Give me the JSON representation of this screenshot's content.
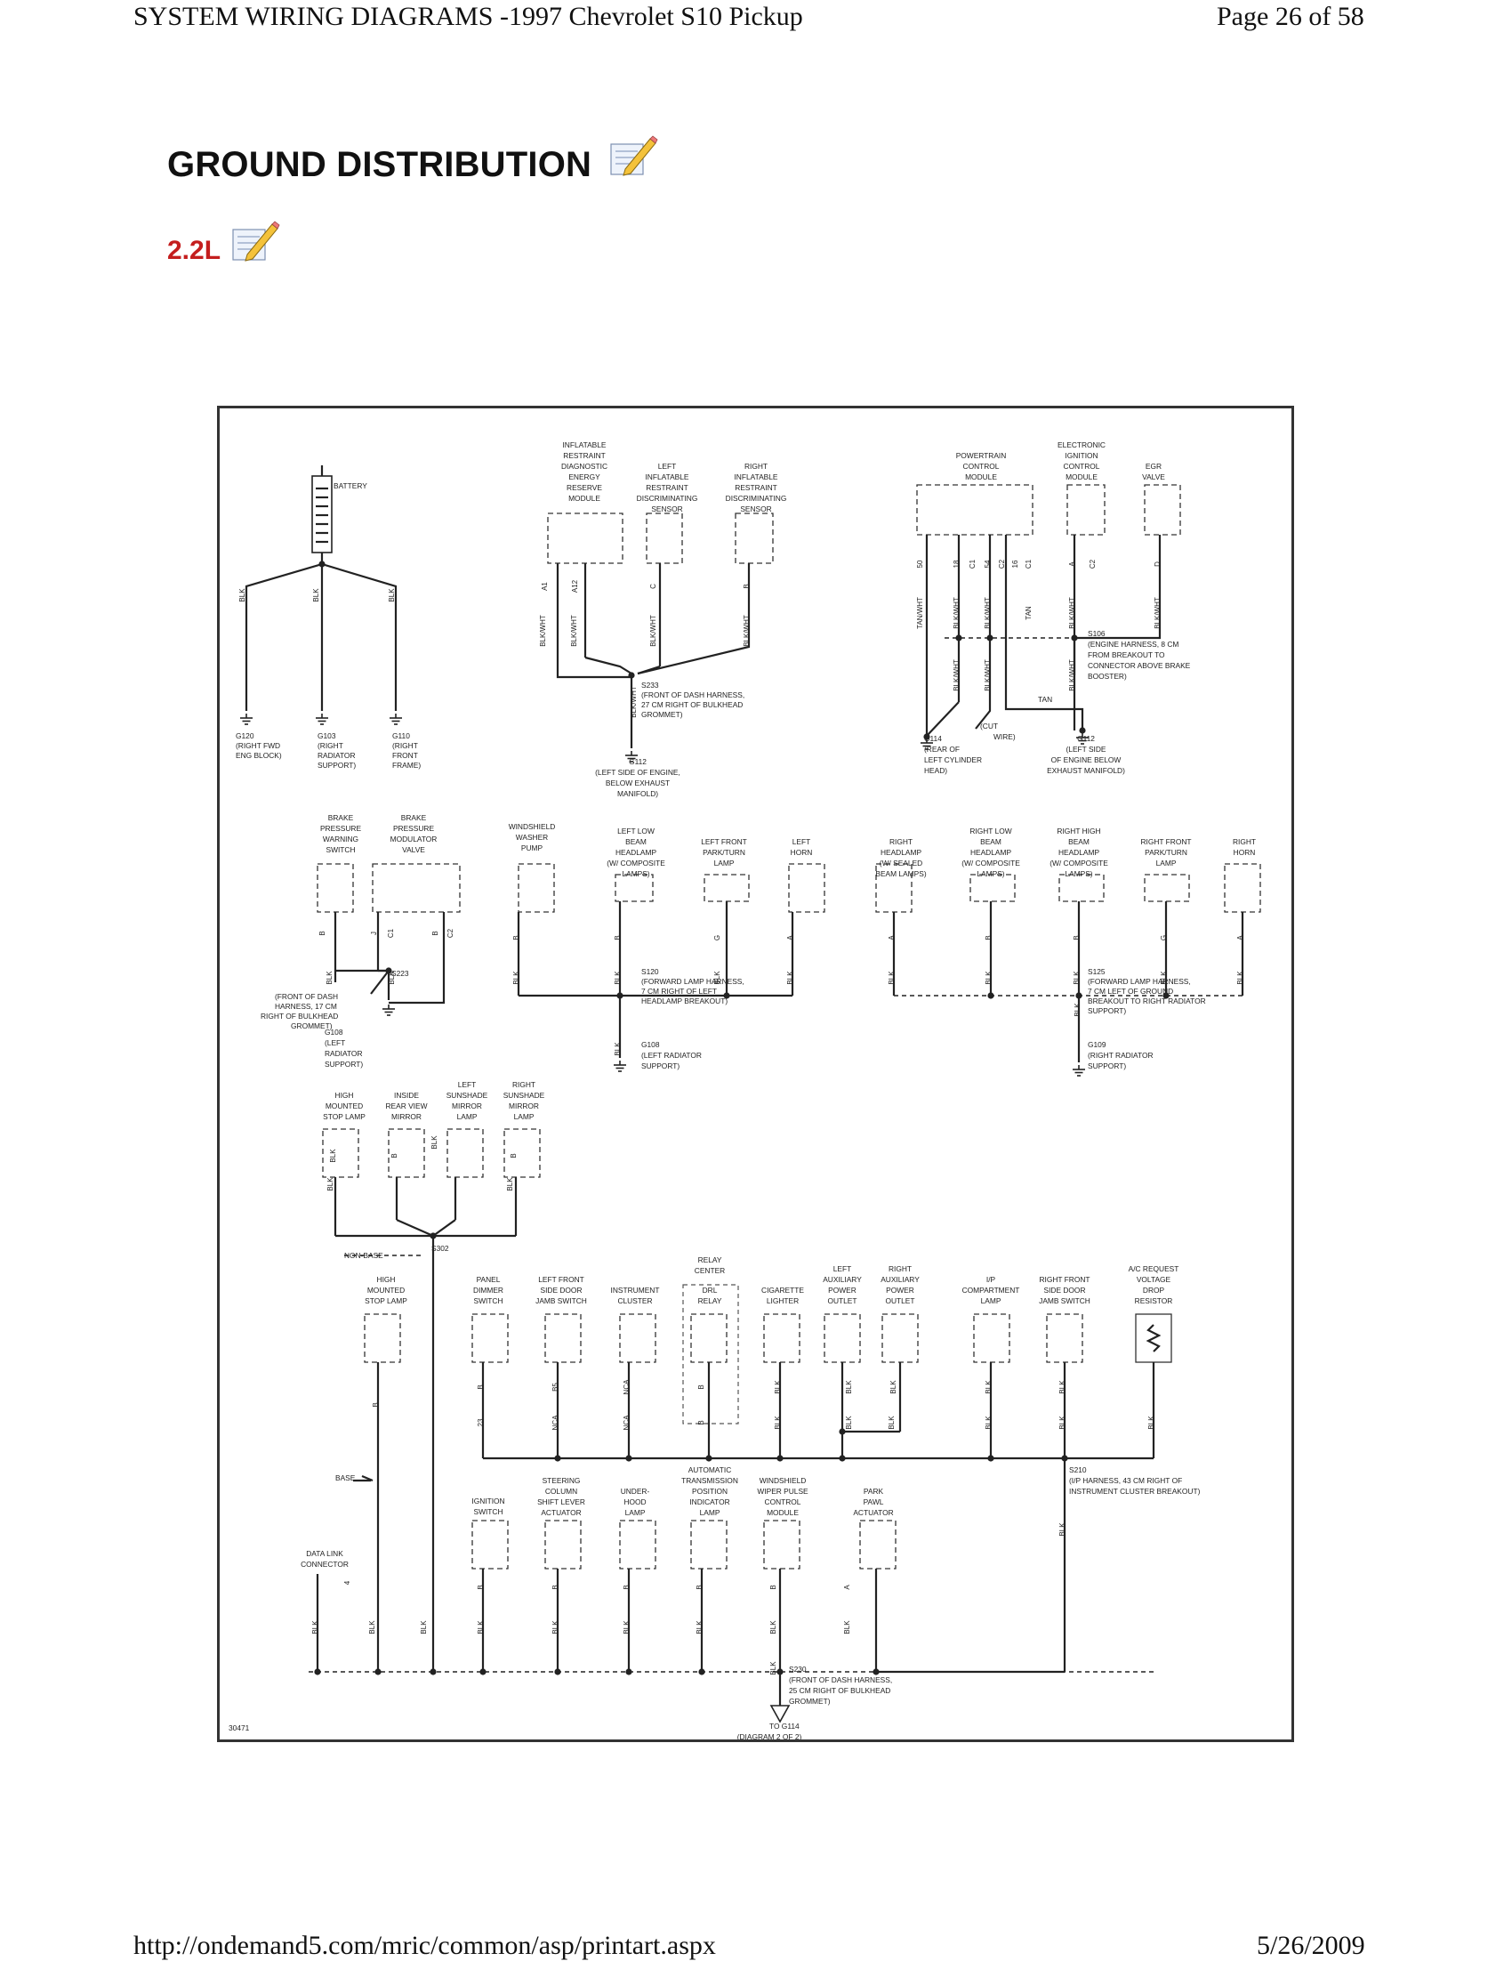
{
  "header": {
    "left": "SYSTEM WIRING DIAGRAMS -1997 Chevrolet S10 Pickup",
    "right": "Page 26 of 58"
  },
  "title": "GROUND DISTRIBUTION",
  "subtitle": "2.2L",
  "footer": {
    "url": "http://ondemand5.com/mric/common/asp/printart.aspx",
    "date": "5/26/2009"
  },
  "icons": {
    "edit": "pencil-note-icon",
    "ground": "ground-symbol-icon",
    "battery": "battery-icon",
    "resistor": "resistor-icon",
    "arrow": "arrow-down-icon"
  },
  "colors": {
    "accent_red": "#c41e1e",
    "ink": "#111111"
  },
  "diagram": {
    "figure_id": "30471",
    "labels": [
      {
        "text": "BATTERY"
      },
      {
        "text": "G120"
      },
      {
        "text": "(RIGHT FWD"
      },
      {
        "text": "ENG BLOCK)"
      },
      {
        "text": "G103"
      },
      {
        "text": "(RIGHT"
      },
      {
        "text": "RADIATOR"
      },
      {
        "text": "SUPPORT)"
      },
      {
        "text": "G110"
      },
      {
        "text": "(RIGHT"
      },
      {
        "text": "FRONT"
      },
      {
        "text": "FRAME)"
      },
      {
        "text": "INFLATABLE"
      },
      {
        "text": "RESTRAINT"
      },
      {
        "text": "DIAGNOSTIC"
      },
      {
        "text": "ENERGY"
      },
      {
        "text": "RESERVE"
      },
      {
        "text": "MODULE"
      },
      {
        "text": "LEFT"
      },
      {
        "text": "INFLATABLE"
      },
      {
        "text": "RESTRAINT"
      },
      {
        "text": "DISCRIMINATING"
      },
      {
        "text": "SENSOR"
      },
      {
        "text": "RIGHT"
      },
      {
        "text": "INFLATABLE"
      },
      {
        "text": "RESTRAINT"
      },
      {
        "text": "DISCRIMINATING"
      },
      {
        "text": "SENSOR"
      },
      {
        "text": "S233"
      },
      {
        "text": "(FRONT OF DASH HARNESS,"
      },
      {
        "text": "27 CM RIGHT OF BULKHEAD"
      },
      {
        "text": "GROMMET)"
      },
      {
        "text": "G112"
      },
      {
        "text": "(LEFT SIDE OF ENGINE,"
      },
      {
        "text": "BELOW EXHAUST"
      },
      {
        "text": "MANIFOLD)"
      },
      {
        "text": "POWERTRAIN"
      },
      {
        "text": "CONTROL"
      },
      {
        "text": "MODULE"
      },
      {
        "text": "ELECTRONIC"
      },
      {
        "text": "IGNITION"
      },
      {
        "text": "CONTROL"
      },
      {
        "text": "MODULE"
      },
      {
        "text": "EGR"
      },
      {
        "text": "VALVE"
      },
      {
        "text": "S106"
      },
      {
        "text": "(ENGINE HARNESS, 8 CM"
      },
      {
        "text": "FROM BREAKOUT TO"
      },
      {
        "text": "CONNECTOR ABOVE BRAKE"
      },
      {
        "text": "BOOSTER)"
      },
      {
        "text": "TAN"
      },
      {
        "text": "(CUT"
      },
      {
        "text": "WIRE)"
      },
      {
        "text": "G114"
      },
      {
        "text": "(REAR OF"
      },
      {
        "text": "LEFT CYLINDER"
      },
      {
        "text": "HEAD)"
      },
      {
        "text": "G112"
      },
      {
        "text": "(LEFT SIDE"
      },
      {
        "text": "OF ENGINE BELOW"
      },
      {
        "text": "EXHAUST MANIFOLD)"
      },
      {
        "text": "BRAKE"
      },
      {
        "text": "PRESSURE"
      },
      {
        "text": "WARNING"
      },
      {
        "text": "SWITCH"
      },
      {
        "text": "BRAKE"
      },
      {
        "text": "PRESSURE"
      },
      {
        "text": "MODULATOR"
      },
      {
        "text": "VALVE"
      },
      {
        "text": "WINDSHIELD"
      },
      {
        "text": "WASHER"
      },
      {
        "text": "PUMP"
      },
      {
        "text": "LEFT LOW"
      },
      {
        "text": "BEAM"
      },
      {
        "text": "HEADLAMP"
      },
      {
        "text": "(W/ COMPOSITE"
      },
      {
        "text": "LAMPS)"
      },
      {
        "text": "LEFT FRONT"
      },
      {
        "text": "PARK/TURN"
      },
      {
        "text": "LAMP"
      },
      {
        "text": "LEFT"
      },
      {
        "text": "HORN"
      },
      {
        "text": "RIGHT"
      },
      {
        "text": "HEADLAMP"
      },
      {
        "text": "(W/ SEALED"
      },
      {
        "text": "BEAM LAMPS)"
      },
      {
        "text": "RIGHT LOW"
      },
      {
        "text": "BEAM"
      },
      {
        "text": "HEADLAMP"
      },
      {
        "text": "(W/ COMPOSITE"
      },
      {
        "text": "LAMPS)"
      },
      {
        "text": "RIGHT HIGH"
      },
      {
        "text": "BEAM"
      },
      {
        "text": "HEADLAMP"
      },
      {
        "text": "(W/ COMPOSITE"
      },
      {
        "text": "LAMPS)"
      },
      {
        "text": "RIGHT FRONT"
      },
      {
        "text": "PARK/TURN"
      },
      {
        "text": "LAMP"
      },
      {
        "text": "RIGHT"
      },
      {
        "text": "HORN"
      },
      {
        "text": "S223"
      },
      {
        "text": "(FRONT OF DASH"
      },
      {
        "text": "HARNESS, 17 CM"
      },
      {
        "text": "RIGHT OF BULKHEAD"
      },
      {
        "text": "GROMMET)"
      },
      {
        "text": "G108"
      },
      {
        "text": "(LEFT"
      },
      {
        "text": "RADIATOR"
      },
      {
        "text": "SUPPORT)"
      },
      {
        "text": "S120"
      },
      {
        "text": "(FORWARD LAMP HARNESS,"
      },
      {
        "text": "7 CM RIGHT OF LEFT"
      },
      {
        "text": "HEADLAMP BREAKOUT)"
      },
      {
        "text": "G108"
      },
      {
        "text": "(LEFT RADIATOR"
      },
      {
        "text": "SUPPORT)"
      },
      {
        "text": "S125"
      },
      {
        "text": "(FORWARD LAMP HARNESS,"
      },
      {
        "text": "7 CM LEFT OF GROUND"
      },
      {
        "text": "BREAKOUT TO RIGHT RADIATOR"
      },
      {
        "text": "SUPPORT)"
      },
      {
        "text": "G109"
      },
      {
        "text": "(RIGHT RADIATOR"
      },
      {
        "text": "SUPPORT)"
      },
      {
        "text": "HIGH"
      },
      {
        "text": "MOUNTED"
      },
      {
        "text": "STOP LAMP"
      },
      {
        "text": "INSIDE"
      },
      {
        "text": "REAR VIEW"
      },
      {
        "text": "MIRROR"
      },
      {
        "text": "LEFT"
      },
      {
        "text": "SUNSHADE"
      },
      {
        "text": "MIRROR"
      },
      {
        "text": "LAMP"
      },
      {
        "text": "RIGHT"
      },
      {
        "text": "SUNSHADE"
      },
      {
        "text": "MIRROR"
      },
      {
        "text": "LAMP"
      },
      {
        "text": "S302"
      },
      {
        "text": "NON-BASE"
      },
      {
        "text": "HIGH"
      },
      {
        "text": "MOUNTED"
      },
      {
        "text": "STOP LAMP"
      },
      {
        "text": "PANEL"
      },
      {
        "text": "DIMMER"
      },
      {
        "text": "SWITCH"
      },
      {
        "text": "LEFT FRONT"
      },
      {
        "text": "SIDE DOOR"
      },
      {
        "text": "JAMB SWITCH"
      },
      {
        "text": "INSTRUMENT"
      },
      {
        "text": "CLUSTER"
      },
      {
        "text": "RELAY"
      },
      {
        "text": "CENTER"
      },
      {
        "text": "DRL"
      },
      {
        "text": "RELAY"
      },
      {
        "text": "CIGARETTE"
      },
      {
        "text": "LIGHTER"
      },
      {
        "text": "LEFT"
      },
      {
        "text": "AUXILIARY"
      },
      {
        "text": "POWER"
      },
      {
        "text": "OUTLET"
      },
      {
        "text": "RIGHT"
      },
      {
        "text": "AUXILIARY"
      },
      {
        "text": "POWER"
      },
      {
        "text": "OUTLET"
      },
      {
        "text": "I/P"
      },
      {
        "text": "COMPARTMENT"
      },
      {
        "text": "LAMP"
      },
      {
        "text": "RIGHT FRONT"
      },
      {
        "text": "SIDE DOOR"
      },
      {
        "text": "JAMB SWITCH"
      },
      {
        "text": "A/C REQUEST"
      },
      {
        "text": "VOLTAGE"
      },
      {
        "text": "DROP"
      },
      {
        "text": "RESISTOR"
      },
      {
        "text": "BASE"
      },
      {
        "text": "S210"
      },
      {
        "text": "(I/P HARNESS, 43 CM RIGHT OF"
      },
      {
        "text": "INSTRUMENT CLUSTER BREAKOUT)"
      },
      {
        "text": "IGNITION"
      },
      {
        "text": "SWITCH"
      },
      {
        "text": "STEERING"
      },
      {
        "text": "COLUMN"
      },
      {
        "text": "SHIFT LEVER"
      },
      {
        "text": "ACTUATOR"
      },
      {
        "text": "UNDER-"
      },
      {
        "text": "HOOD"
      },
      {
        "text": "LAMP"
      },
      {
        "text": "AUTOMATIC"
      },
      {
        "text": "TRANSMISSION"
      },
      {
        "text": "POSITION"
      },
      {
        "text": "INDICATOR"
      },
      {
        "text": "LAMP"
      },
      {
        "text": "WINDSHIELD"
      },
      {
        "text": "WIPER PULSE"
      },
      {
        "text": "CONTROL"
      },
      {
        "text": "MODULE"
      },
      {
        "text": "PARK"
      },
      {
        "text": "PAWL"
      },
      {
        "text": "ACTUATOR"
      },
      {
        "text": "DATA LINK"
      },
      {
        "text": "CONNECTOR"
      },
      {
        "text": "S230"
      },
      {
        "text": "(FRONT OF DASH HARNESS,"
      },
      {
        "text": "25 CM RIGHT OF BULKHEAD"
      },
      {
        "text": "GROMMET)"
      },
      {
        "text": "TO G114"
      },
      {
        "text": "(DIAGRAM 2 OF 2)"
      },
      {
        "text": "30471"
      }
    ],
    "pins": [
      {
        "text": "BLK"
      },
      {
        "text": "BLK"
      },
      {
        "text": "BLK"
      },
      {
        "text": "A1"
      },
      {
        "text": "A12"
      },
      {
        "text": "C"
      },
      {
        "text": "B"
      },
      {
        "text": "BLK/WHT"
      },
      {
        "text": "BLK/WHT"
      },
      {
        "text": "BLK/WHT"
      },
      {
        "text": "BLK/WHT"
      },
      {
        "text": "BLK/WHT"
      },
      {
        "text": "50"
      },
      {
        "text": "18"
      },
      {
        "text": "C1"
      },
      {
        "text": "54"
      },
      {
        "text": "C2"
      },
      {
        "text": "16"
      },
      {
        "text": "C1"
      },
      {
        "text": "A"
      },
      {
        "text": "C2"
      },
      {
        "text": "D"
      },
      {
        "text": "TAN/WHT"
      },
      {
        "text": "BLK/WHT"
      },
      {
        "text": "BLK/WHT"
      },
      {
        "text": "TAN"
      },
      {
        "text": "BLK/WHT"
      },
      {
        "text": "BLK/WHT"
      },
      {
        "text": "BLK/WHT"
      },
      {
        "text": "BLK/WHT"
      },
      {
        "text": "BLK/WHT"
      },
      {
        "text": "B"
      },
      {
        "text": "J"
      },
      {
        "text": "C1"
      },
      {
        "text": "B"
      },
      {
        "text": "C2"
      },
      {
        "text": "BLK"
      },
      {
        "text": "BLK"
      },
      {
        "text": "B"
      },
      {
        "text": "B"
      },
      {
        "text": "G"
      },
      {
        "text": "A"
      },
      {
        "text": "BLK"
      },
      {
        "text": "BLK"
      },
      {
        "text": "BLK"
      },
      {
        "text": "BLK"
      },
      {
        "text": "BLK"
      },
      {
        "text": "A"
      },
      {
        "text": "B"
      },
      {
        "text": "B"
      },
      {
        "text": "G"
      },
      {
        "text": "A"
      },
      {
        "text": "BLK"
      },
      {
        "text": "BLK"
      },
      {
        "text": "BLK"
      },
      {
        "text": "BLK"
      },
      {
        "text": "BLK"
      },
      {
        "text": "BLK"
      },
      {
        "text": "BLK"
      },
      {
        "text": "B"
      },
      {
        "text": "BLK"
      },
      {
        "text": "B"
      },
      {
        "text": "BLK"
      },
      {
        "text": "BLK"
      },
      {
        "text": "B"
      },
      {
        "text": "B"
      },
      {
        "text": "23"
      },
      {
        "text": "B5"
      },
      {
        "text": "NCA"
      },
      {
        "text": "NCA"
      },
      {
        "text": "NCA"
      },
      {
        "text": "B"
      },
      {
        "text": "B"
      },
      {
        "text": "BLK"
      },
      {
        "text": "BLK"
      },
      {
        "text": "BLK"
      },
      {
        "text": "BLK"
      },
      {
        "text": "BLK"
      },
      {
        "text": "BLK"
      },
      {
        "text": "BLK"
      },
      {
        "text": "BLK"
      },
      {
        "text": "BLK"
      },
      {
        "text": "BLK"
      },
      {
        "text": "BLK"
      },
      {
        "text": "4"
      },
      {
        "text": "B"
      },
      {
        "text": "B"
      },
      {
        "text": "B"
      },
      {
        "text": "B"
      },
      {
        "text": "B"
      },
      {
        "text": "A"
      },
      {
        "text": "BLK"
      },
      {
        "text": "BLK"
      },
      {
        "text": "BLK"
      },
      {
        "text": "BLK"
      },
      {
        "text": "BLK"
      },
      {
        "text": "BLK"
      },
      {
        "text": "BLK"
      },
      {
        "text": "BLK"
      },
      {
        "text": "BLK"
      },
      {
        "text": "BLK"
      },
      {
        "text": "BLK"
      }
    ]
  }
}
